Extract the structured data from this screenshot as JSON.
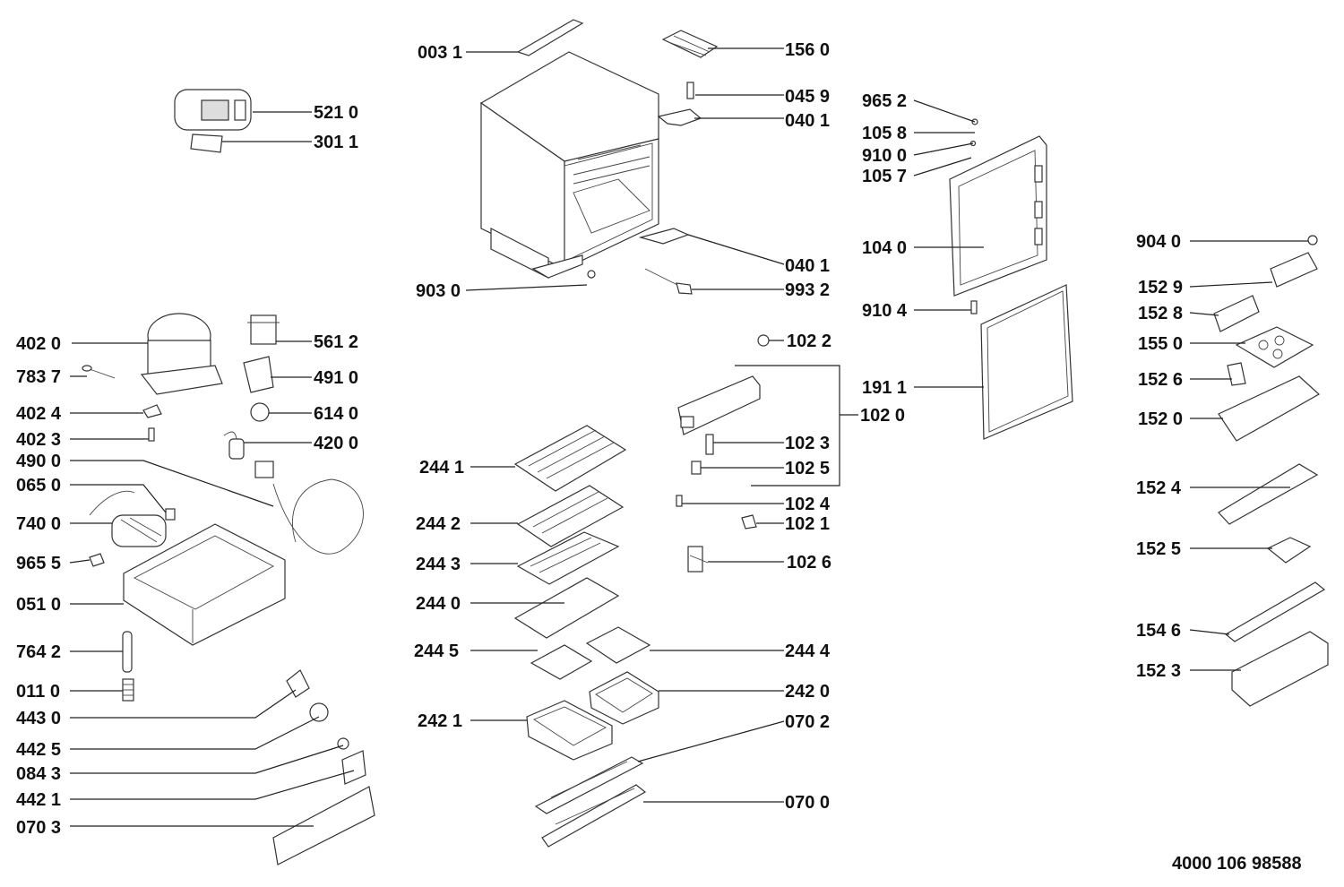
{
  "document_ref": "4000 106 98588",
  "labels": {
    "p0031": "003 1",
    "p1560": "156 0",
    "p0459": "045 9",
    "p0401a": "040 1",
    "p5210": "521 0",
    "p3011": "301 1",
    "p0401b": "040 1",
    "p9932": "993 2",
    "p9030": "903 0",
    "p9652": "965 2",
    "p1058": "105 8",
    "p9100": "910 0",
    "p1057": "105 7",
    "p1040": "104 0",
    "p9104": "910 4",
    "p1911": "191 1",
    "p1022": "102 2",
    "p1020": "102 0",
    "p1023": "102 3",
    "p1025": "102 5",
    "p1024": "102 4",
    "p1021": "102 1",
    "p1026": "102 6",
    "p4020": "402 0",
    "p7837": "783 7",
    "p4024": "402 4",
    "p4023": "402 3",
    "p4900": "490 0",
    "p0650": "065 0",
    "p7400": "740 0",
    "p9655": "965 5",
    "p0510": "051 0",
    "p7642": "764 2",
    "p0110": "011 0",
    "p4430": "443 0",
    "p4425": "442 5",
    "p0843": "084 3",
    "p4421": "442 1",
    "p0703": "070 3",
    "p5612": "561 2",
    "p4910": "491 0",
    "p6140": "614 0",
    "p4200": "420 0",
    "p2441": "244 1",
    "p2442": "244 2",
    "p2443": "244 3",
    "p2440": "244 0",
    "p2445": "244 5",
    "p2444": "244 4",
    "p2420": "242 0",
    "p2421": "242 1",
    "p0702": "070 2",
    "p0700": "070 0",
    "p9040": "904 0",
    "p1529": "152 9",
    "p1528": "152 8",
    "p1550": "155 0",
    "p1526": "152 6",
    "p1520": "152 0",
    "p1524": "152 4",
    "p1525": "152 5",
    "p1546": "154 6",
    "p1523": "152 3"
  }
}
